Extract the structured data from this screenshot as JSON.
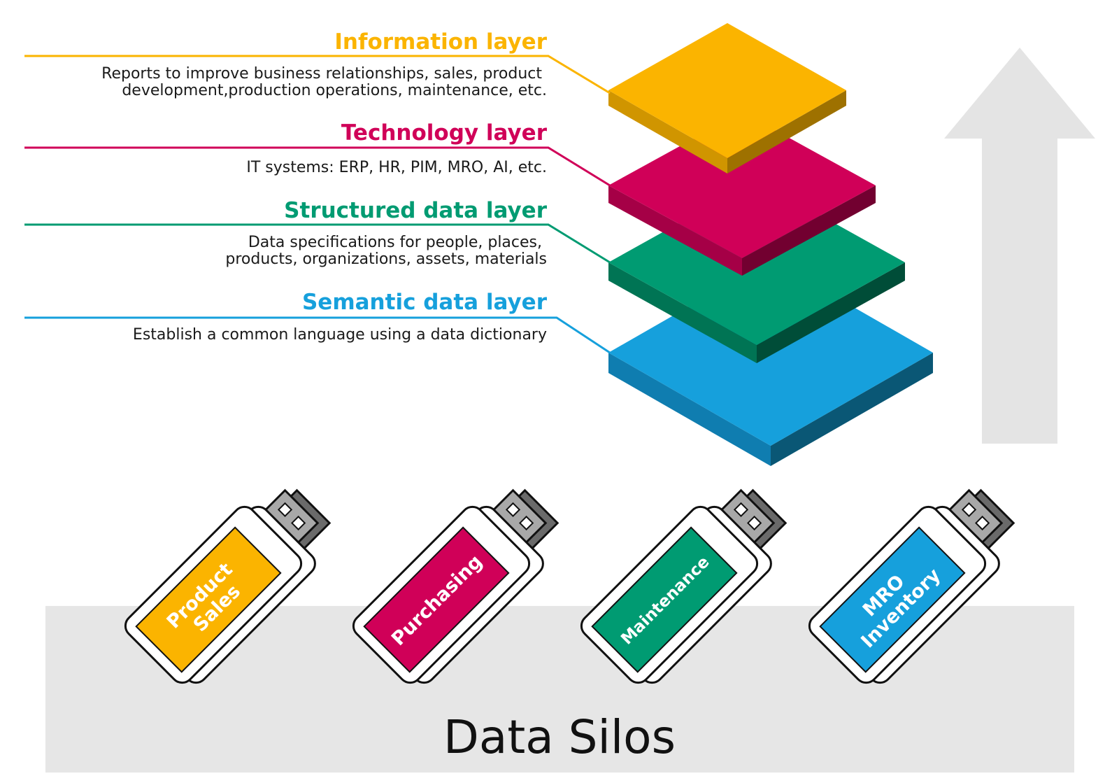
{
  "layers": [
    {
      "key": "information",
      "title": "Information layer",
      "description": [
        "Reports to improve business relationships, sales, product",
        "development,production operations, maintenance, etc."
      ],
      "color": "#FBB400",
      "color_side_left": "#D09500",
      "color_side_right": "#9E7100"
    },
    {
      "key": "technology",
      "title": "Technology layer",
      "description": [
        "IT systems: ERP, HR, PIM, MRO, AI, etc."
      ],
      "color": "#D00058",
      "color_side_left": "#A50046",
      "color_side_right": "#720030"
    },
    {
      "key": "structured",
      "title": "Structured data layer",
      "description": [
        "Data specifications for people, places,",
        "products, organizations, assets, materials"
      ],
      "color": "#009B72",
      "color_side_left": "#007454",
      "color_side_right": "#004D38"
    },
    {
      "key": "semantic",
      "title": "Semantic data layer",
      "description": [
        "Establish a common language using a data dictionary"
      ],
      "color": "#16A0DC",
      "color_side_left": "#0F7DB0",
      "color_side_right": "#0A5775"
    }
  ],
  "silos": {
    "title": "Data Silos",
    "drives": [
      {
        "key": "product-sales",
        "label": [
          "Product",
          "Sales"
        ],
        "color": "#FBB400"
      },
      {
        "key": "purchasing",
        "label": [
          "Purchasing"
        ],
        "color": "#D00058"
      },
      {
        "key": "maintenance",
        "label": [
          "Maintenance"
        ],
        "color": "#009B72"
      },
      {
        "key": "mro-inventory",
        "label": [
          "MRO",
          "Inventory"
        ],
        "color": "#16A0DC"
      }
    ]
  },
  "colors": {
    "arrow": "#E4E4E4",
    "silos_band": "#E6E6E6",
    "usb_metal_light": "#A8A8A8",
    "usb_metal_dark": "#6A6A6A"
  }
}
